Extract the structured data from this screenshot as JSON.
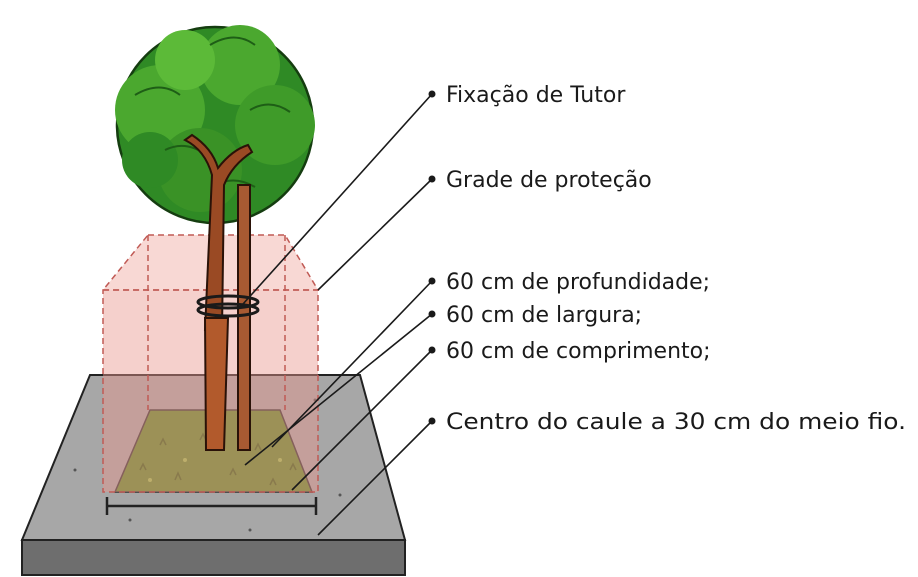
{
  "labels": {
    "tutor_fixation": "Fixação de Tutor",
    "protection_grid": "Grade de proteção",
    "depth": "60 cm de profundidade;",
    "width": "60 cm de largura;",
    "length": "60 cm de comprimento;",
    "stem_center": "Centro do caule a 30 cm do meio fio."
  }
}
